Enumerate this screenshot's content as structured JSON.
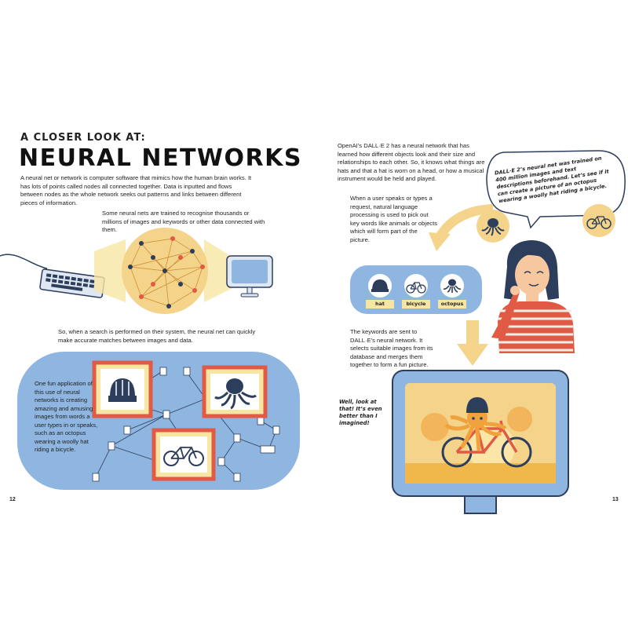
{
  "left_page": {
    "kicker": "A CLOSER LOOK AT:",
    "title": "NEURAL NETWORKS",
    "intro": "A neural net or network is computer software that mimics how the human brain works. It has lots of points called nodes all connected together. Data is inputted and flows between nodes as the whole network seeks out patterns and links between different pieces of information.",
    "training": "Some neural nets are trained to recognise thousands or millions of images and keywords or other data connected with them.",
    "search": "So, when a search is performed on their system, the neural net can quickly make accurate matches between images and data.",
    "fun_app": "One fun application of this use of neural networks is creating amazing and amusing images from words a user types in or speaks, such as an octopus wearing a woolly hat riding a bicycle.",
    "page_number": "12"
  },
  "right_page": {
    "dalle_text": "OpenAI’s DALL·E 2 has a neural network that has learned how different objects look and their size and relationships to each other. So, it knows what things are hats and that a hat is worn on a head, or how a musical instrument would be held and played.",
    "speech_bubble": "DALL·E 2’s neural net was trained on 400 million images and text descriptions beforehand. Let’s see if it can create a picture of an octopus wearing a woolly hat riding a bicycle.",
    "request_text": "When a user speaks or types a request, natural language processing is used to pick out key words like animals or objects which will form part of the picture.",
    "keywords": [
      "hat",
      "bicycle",
      "octopus"
    ],
    "sent_text": "The keywords are sent to DALL·E’s neural network. It selects suitable images from its database and merges them together to form a fun picture.",
    "exclaim": "Well, look at that! It’s even better than I imagined!",
    "page_number": "13"
  },
  "colors": {
    "blue": "#8fb6e0",
    "yellow": "#f4d38b",
    "red": "#e05a45",
    "navy": "#2c3e5c",
    "orange": "#f0a23c"
  }
}
